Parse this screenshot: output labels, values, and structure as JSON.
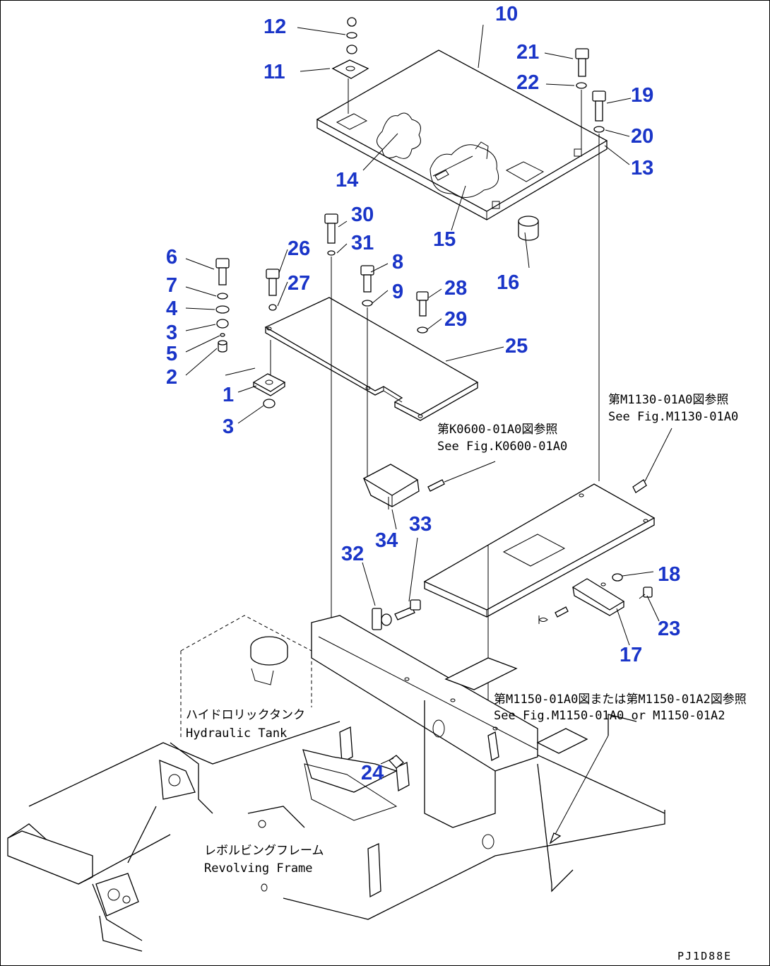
{
  "drawing_code": "PJ1D88E",
  "colors": {
    "callout": "#1a35c8",
    "line": "#000000"
  },
  "callouts": [
    {
      "id": "c12",
      "text": "12"
    },
    {
      "id": "c11",
      "text": "11"
    },
    {
      "id": "c10",
      "text": "10"
    },
    {
      "id": "c21",
      "text": "21"
    },
    {
      "id": "c22",
      "text": "22"
    },
    {
      "id": "c19",
      "text": "19"
    },
    {
      "id": "c20",
      "text": "20"
    },
    {
      "id": "c13",
      "text": "13"
    },
    {
      "id": "c14",
      "text": "14"
    },
    {
      "id": "c15",
      "text": "15"
    },
    {
      "id": "c16",
      "text": "16"
    },
    {
      "id": "c30",
      "text": "30"
    },
    {
      "id": "c31",
      "text": "31"
    },
    {
      "id": "c26",
      "text": "26"
    },
    {
      "id": "c27",
      "text": "27"
    },
    {
      "id": "c6",
      "text": "6"
    },
    {
      "id": "c7",
      "text": "7"
    },
    {
      "id": "c4",
      "text": "4"
    },
    {
      "id": "c3a",
      "text": "3"
    },
    {
      "id": "c5",
      "text": "5"
    },
    {
      "id": "c2",
      "text": "2"
    },
    {
      "id": "c1",
      "text": "1"
    },
    {
      "id": "c3b",
      "text": "3"
    },
    {
      "id": "c8",
      "text": "8"
    },
    {
      "id": "c9",
      "text": "9"
    },
    {
      "id": "c28",
      "text": "28"
    },
    {
      "id": "c29",
      "text": "29"
    },
    {
      "id": "c25",
      "text": "25"
    },
    {
      "id": "c34",
      "text": "34"
    },
    {
      "id": "c33",
      "text": "33"
    },
    {
      "id": "c32",
      "text": "32"
    },
    {
      "id": "c18",
      "text": "18"
    },
    {
      "id": "c23",
      "text": "23"
    },
    {
      "id": "c17",
      "text": "17"
    },
    {
      "id": "c24",
      "text": "24"
    }
  ],
  "notes": {
    "m1130_jp": "第M1130-01A0図参照",
    "m1130_en": "See Fig.M1130-01A0",
    "k0600_jp": "第K0600-01A0図参照",
    "k0600_en": "See Fig.K0600-01A0",
    "m1150_jp": "第M1150-01A0図または第M1150-01A2図参照",
    "m1150_en": "See Fig.M1150-01A0 or M1150-01A2",
    "tank_jp": "ハイドロリックタンク",
    "tank_en": "Hydraulic Tank",
    "frame_jp": "レボルビングフレーム",
    "frame_en": "Revolving Frame"
  }
}
